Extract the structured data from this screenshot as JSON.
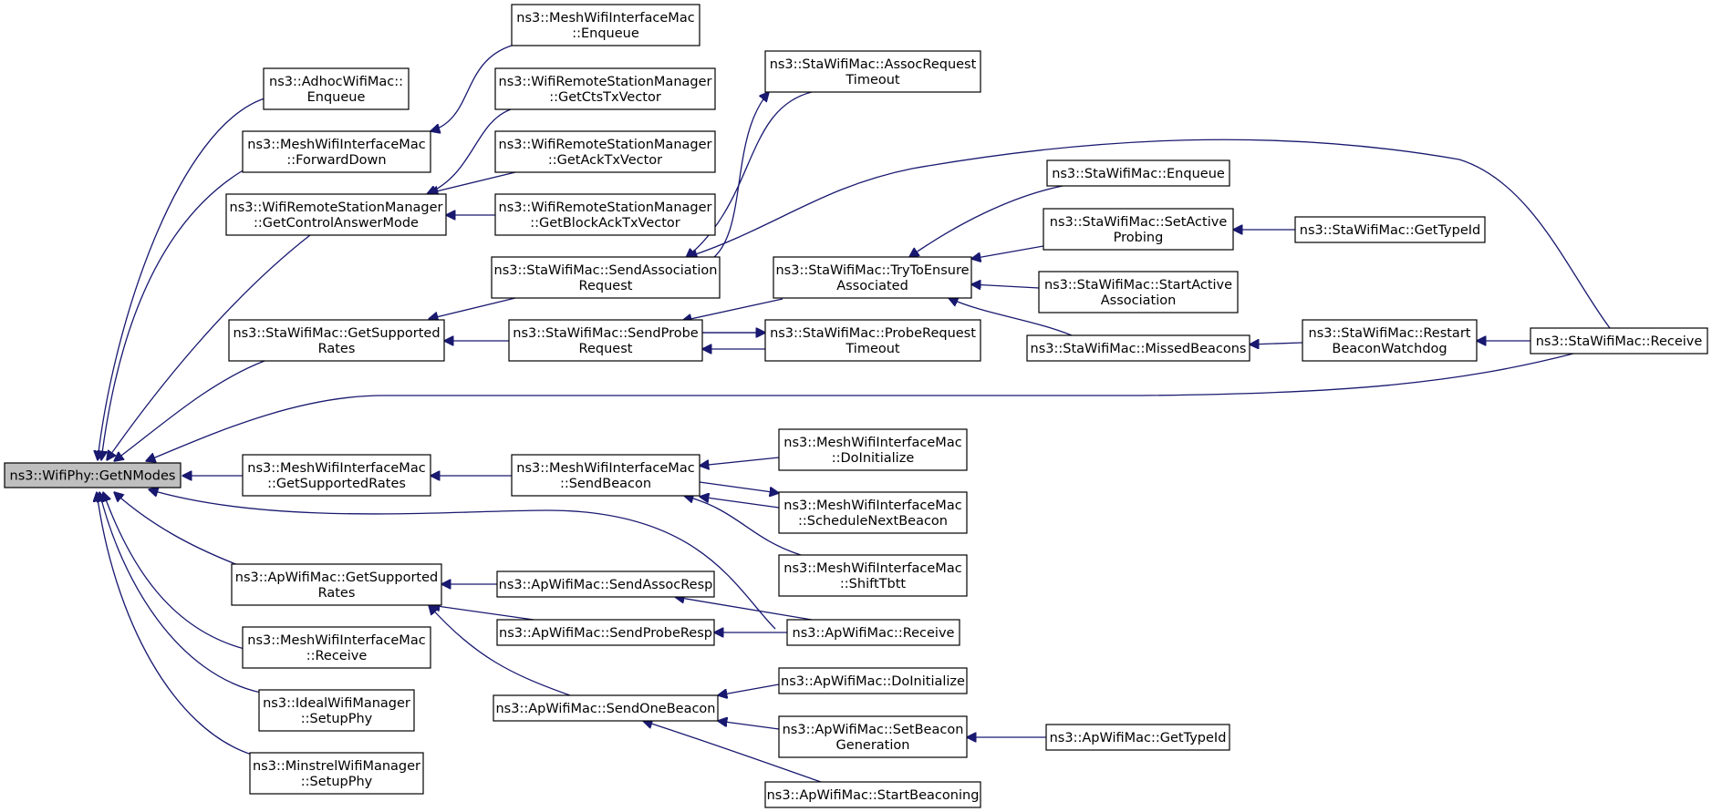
{
  "nodes": [
    {
      "id": "root",
      "lines": [
        "ns3::WifiPhy::GetNModes"
      ]
    },
    {
      "id": "adhoc-enqueue",
      "lines": [
        "ns3::AdhocWifiMac::",
        "Enqueue"
      ]
    },
    {
      "id": "mesh-forwarddown",
      "lines": [
        "ns3::MeshWifiInterfaceMac",
        "::ForwardDown"
      ]
    },
    {
      "id": "mesh-enqueue",
      "lines": [
        "ns3::MeshWifiInterfaceMac",
        "::Enqueue"
      ]
    },
    {
      "id": "wrsm-getcontrolanswermode",
      "lines": [
        "ns3::WifiRemoteStationManager",
        "::GetControlAnswerMode"
      ]
    },
    {
      "id": "wrsm-getctstxvector",
      "lines": [
        "ns3::WifiRemoteStationManager",
        "::GetCtsTxVector"
      ]
    },
    {
      "id": "wrsm-getacktxvector",
      "lines": [
        "ns3::WifiRemoteStationManager",
        "::GetAckTxVector"
      ]
    },
    {
      "id": "wrsm-getblockacktxvector",
      "lines": [
        "ns3::WifiRemoteStationManager",
        "::GetBlockAckTxVector"
      ]
    },
    {
      "id": "sta-getsupportedrates",
      "lines": [
        "ns3::StaWifiMac::GetSupported",
        "Rates"
      ]
    },
    {
      "id": "sta-sendassociationrequest",
      "lines": [
        "ns3::StaWifiMac::SendAssociation",
        "Request"
      ]
    },
    {
      "id": "sta-assocrequesttimeout",
      "lines": [
        "ns3::StaWifiMac::AssocRequest",
        "Timeout"
      ]
    },
    {
      "id": "sta-sendproberequest",
      "lines": [
        "ns3::StaWifiMac::SendProbe",
        "Request"
      ]
    },
    {
      "id": "sta-proberequesttimeout",
      "lines": [
        "ns3::StaWifiMac::ProbeRequest",
        "Timeout"
      ]
    },
    {
      "id": "sta-trytoensureassociated",
      "lines": [
        "ns3::StaWifiMac::TryToEnsure",
        "Associated"
      ]
    },
    {
      "id": "sta-enqueue",
      "lines": [
        "ns3::StaWifiMac::Enqueue"
      ]
    },
    {
      "id": "sta-setactiveprobing",
      "lines": [
        "ns3::StaWifiMac::SetActive",
        "Probing"
      ]
    },
    {
      "id": "sta-gettypeid",
      "lines": [
        "ns3::StaWifiMac::GetTypeId"
      ]
    },
    {
      "id": "sta-startactiveassociation",
      "lines": [
        "ns3::StaWifiMac::StartActive",
        "Association"
      ]
    },
    {
      "id": "sta-missedbeacons",
      "lines": [
        "ns3::StaWifiMac::MissedBeacons"
      ]
    },
    {
      "id": "sta-restartbeaconwatchdog",
      "lines": [
        "ns3::StaWifiMac::Restart",
        "BeaconWatchdog"
      ]
    },
    {
      "id": "sta-receive",
      "lines": [
        "ns3::StaWifiMac::Receive"
      ]
    },
    {
      "id": "mesh-getsupportedrates",
      "lines": [
        "ns3::MeshWifiInterfaceMac",
        "::GetSupportedRates"
      ]
    },
    {
      "id": "mesh-sendbeacon",
      "lines": [
        "ns3::MeshWifiInterfaceMac",
        "::SendBeacon"
      ]
    },
    {
      "id": "mesh-doinitialize",
      "lines": [
        "ns3::MeshWifiInterfaceMac",
        "::DoInitialize"
      ]
    },
    {
      "id": "mesh-schedulenextbeacon",
      "lines": [
        "ns3::MeshWifiInterfaceMac",
        "::ScheduleNextBeacon"
      ]
    },
    {
      "id": "mesh-shifttbtt",
      "lines": [
        "ns3::MeshWifiInterfaceMac",
        "::ShiftTbtt"
      ]
    },
    {
      "id": "ap-getsupportedrates",
      "lines": [
        "ns3::ApWifiMac::GetSupported",
        "Rates"
      ]
    },
    {
      "id": "ap-sendassocresp",
      "lines": [
        "ns3::ApWifiMac::SendAssocResp"
      ]
    },
    {
      "id": "ap-sendproberesp",
      "lines": [
        "ns3::ApWifiMac::SendProbeResp"
      ]
    },
    {
      "id": "ap-receive",
      "lines": [
        "ns3::ApWifiMac::Receive"
      ]
    },
    {
      "id": "mesh-receive",
      "lines": [
        "ns3::MeshWifiInterfaceMac",
        "::Receive"
      ]
    },
    {
      "id": "ideal-setupphy",
      "lines": [
        "ns3::IdealWifiManager",
        "::SetupPhy"
      ]
    },
    {
      "id": "ap-sendonebeacon",
      "lines": [
        "ns3::ApWifiMac::SendOneBeacon"
      ]
    },
    {
      "id": "ap-doinitialize",
      "lines": [
        "ns3::ApWifiMac::DoInitialize"
      ]
    },
    {
      "id": "ap-setbeacongeneration",
      "lines": [
        "ns3::ApWifiMac::SetBeacon",
        "Generation"
      ]
    },
    {
      "id": "ap-gettypeid",
      "lines": [
        "ns3::ApWifiMac::GetTypeId"
      ]
    },
    {
      "id": "ap-startbeaconing",
      "lines": [
        "ns3::ApWifiMac::StartBeaconing"
      ]
    },
    {
      "id": "minstrel-setupphy",
      "lines": [
        "ns3::MinstrelWifiManager",
        "::SetupPhy"
      ]
    }
  ],
  "edges": [
    [
      "adhoc-enqueue",
      "root"
    ],
    [
      "mesh-forwarddown",
      "root"
    ],
    [
      "wrsm-getcontrolanswermode",
      "root"
    ],
    [
      "sta-getsupportedrates",
      "root"
    ],
    [
      "sta-receive",
      "root"
    ],
    [
      "mesh-getsupportedrates",
      "root"
    ],
    [
      "ap-receive",
      "root"
    ],
    [
      "ap-getsupportedrates",
      "root"
    ],
    [
      "mesh-receive",
      "root"
    ],
    [
      "ideal-setupphy",
      "root"
    ],
    [
      "minstrel-setupphy",
      "root"
    ],
    [
      "mesh-enqueue",
      "mesh-forwarddown"
    ],
    [
      "wrsm-getctstxvector",
      "wrsm-getcontrolanswermode"
    ],
    [
      "wrsm-getacktxvector",
      "wrsm-getcontrolanswermode"
    ],
    [
      "wrsm-getblockacktxvector",
      "wrsm-getcontrolanswermode"
    ],
    [
      "sta-sendassociationrequest",
      "sta-getsupportedrates"
    ],
    [
      "sta-sendproberequest",
      "sta-getsupportedrates"
    ],
    [
      "sta-assocrequesttimeout",
      "sta-sendassociationrequest"
    ],
    [
      "sta-trytoensureassociated",
      "sta-sendassociationrequest"
    ],
    [
      "sta-receive",
      "sta-sendassociationrequest"
    ],
    [
      "sta-sendassociationrequest",
      "sta-assocrequesttimeout"
    ],
    [
      "sta-trytoensureassociated",
      "sta-sendproberequest"
    ],
    [
      "sta-proberequesttimeout",
      "sta-sendproberequest"
    ],
    [
      "sta-sendproberequest",
      "sta-proberequesttimeout"
    ],
    [
      "sta-enqueue",
      "sta-trytoensureassociated"
    ],
    [
      "sta-setactiveprobing",
      "sta-trytoensureassociated"
    ],
    [
      "sta-startactiveassociation",
      "sta-trytoensureassociated"
    ],
    [
      "sta-missedbeacons",
      "sta-trytoensureassociated"
    ],
    [
      "sta-gettypeid",
      "sta-setactiveprobing"
    ],
    [
      "sta-restartbeaconwatchdog",
      "sta-missedbeacons"
    ],
    [
      "sta-receive",
      "sta-restartbeaconwatchdog"
    ],
    [
      "mesh-sendbeacon",
      "mesh-getsupportedrates"
    ],
    [
      "mesh-doinitialize",
      "mesh-sendbeacon"
    ],
    [
      "mesh-schedulenextbeacon",
      "mesh-sendbeacon"
    ],
    [
      "mesh-shifttbtt",
      "mesh-sendbeacon"
    ],
    [
      "mesh-sendbeacon",
      "mesh-schedulenextbeacon"
    ],
    [
      "ap-sendassocresp",
      "ap-getsupportedrates"
    ],
    [
      "ap-sendproberesp",
      "ap-getsupportedrates"
    ],
    [
      "ap-sendonebeacon",
      "ap-getsupportedrates"
    ],
    [
      "ap-receive",
      "ap-sendassocresp"
    ],
    [
      "ap-receive",
      "ap-sendproberesp"
    ],
    [
      "ap-doinitialize",
      "ap-sendonebeacon"
    ],
    [
      "ap-setbeacongeneration",
      "ap-sendonebeacon"
    ],
    [
      "ap-startbeaconing",
      "ap-sendonebeacon"
    ],
    [
      "ap-gettypeid",
      "ap-setbeacongeneration"
    ]
  ]
}
